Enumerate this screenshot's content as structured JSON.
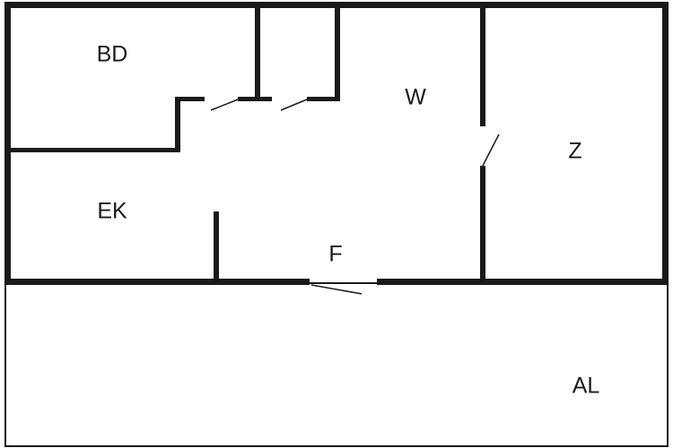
{
  "rooms": {
    "bd": "BD",
    "w": "W",
    "z": "Z",
    "ek": "EK",
    "f": "F",
    "al": "AL"
  },
  "colors": {
    "wall": "#1a1a1a",
    "background": "#ffffff"
  }
}
